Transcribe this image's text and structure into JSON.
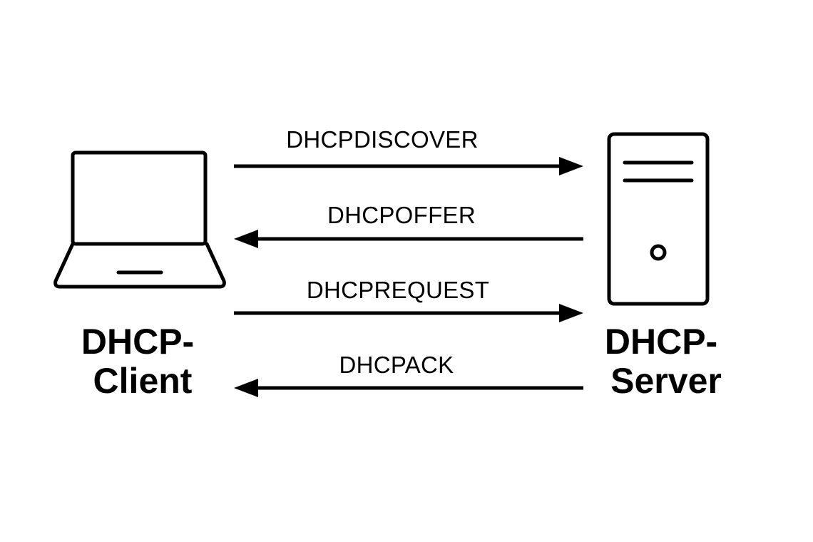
{
  "client": {
    "icon": "laptop-icon",
    "label_line1": "DHCP-",
    "label_line2": "Client"
  },
  "server": {
    "icon": "server-tower-icon",
    "label_line1": "DHCP-",
    "label_line2": "Server"
  },
  "messages": [
    {
      "label": "DHCPDISCOVER",
      "direction": "client-to-server"
    },
    {
      "label": "DHCPOFFER",
      "direction": "server-to-client"
    },
    {
      "label": "DHCPREQUEST",
      "direction": "client-to-server"
    },
    {
      "label": "DHCPACK",
      "direction": "server-to-client"
    }
  ],
  "colors": {
    "stroke": "#000000",
    "background": "#ffffff"
  }
}
